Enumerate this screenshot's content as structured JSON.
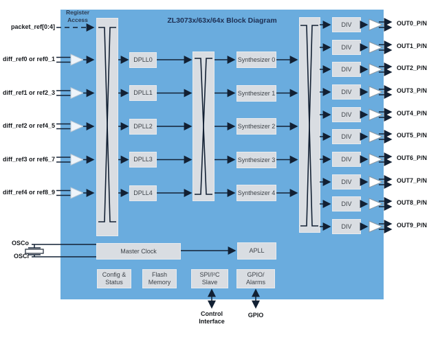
{
  "title": "ZL3073x/63x/64x Block Diagram",
  "register_access_label": "Register\nAccess",
  "inputs": {
    "packet_ref": "packet_ref[0:4]",
    "diff_refs": [
      "diff_ref0 or ref0_1",
      "diff_ref1 or ref2_3",
      "diff_ref2 or ref4_5",
      "diff_ref3 or ref6_7",
      "diff_ref4 or ref8_9"
    ]
  },
  "dplls": [
    "DPLL0",
    "DPLL1",
    "DPLL2",
    "DPLL3",
    "DPLL4"
  ],
  "synthesizers": [
    "Synthesizer 0",
    "Synthesizer 1",
    "Synthesizer 2",
    "Synthesizer 3",
    "Synthesizer 4"
  ],
  "dividers": [
    "DIV",
    "DIV",
    "DIV",
    "DIV",
    "DIV",
    "DIV",
    "DIV",
    "DIV",
    "DIV",
    "DIV"
  ],
  "outputs": [
    "OUT0_P/N",
    "OUT1_P/N",
    "OUT2_P/N",
    "OUT3_P/N",
    "OUT4_P/N",
    "OUT5_P/N",
    "OUT6_P/N",
    "OUT7_P/N",
    "OUT8_P/N",
    "OUT9_P/N"
  ],
  "clock_blocks": {
    "master_clock": "Master Clock",
    "apll": "APLL"
  },
  "control_blocks": {
    "config_status": "Config &\nStatus",
    "flash_memory": "Flash\nMemory",
    "spi_slave": "SPI/I²C\nSlave",
    "gpio_alarms": "GPIO/\nAlarms"
  },
  "external_labels": {
    "osco": "OSCo",
    "osci": "OSCi",
    "control_interface": "Control\nInterface",
    "gpio": "GPIO"
  },
  "colors": {
    "chip_background": "#6aacde",
    "block_fill": "#d9dde2",
    "line": "#122033",
    "title_text": "#1d2e52"
  }
}
